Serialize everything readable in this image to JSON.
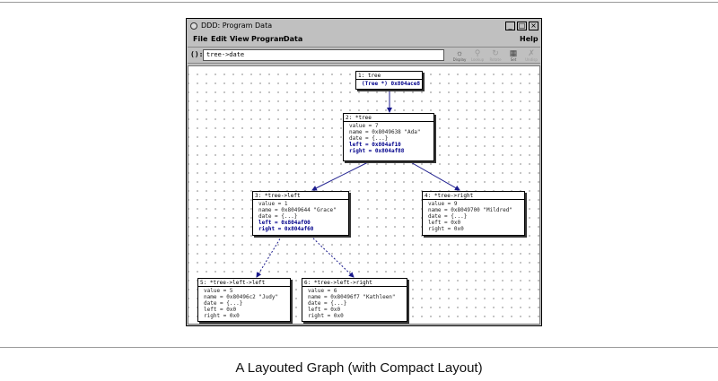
{
  "window": {
    "title": "DDD: Program Data",
    "minimize_label": "_",
    "maximize_label": "□",
    "close_label": "×"
  },
  "menu": {
    "file": "File",
    "edit": "Edit",
    "view": "View",
    "program": "Program",
    "data": "Data",
    "help": "Help"
  },
  "toolbar": {
    "arg_label": "():",
    "arg_value": "tree->date",
    "tools": [
      {
        "icon": "display-icon",
        "label": "Display",
        "enabled": true
      },
      {
        "icon": "lookup-icon",
        "label": "Lookup",
        "enabled": false
      },
      {
        "icon": "rotate-icon",
        "label": "Rotate",
        "enabled": false
      },
      {
        "icon": "set-icon",
        "label": "Set",
        "enabled": true
      },
      {
        "icon": "undisplay-icon",
        "label": "Undisp",
        "enabled": false
      }
    ]
  },
  "nodes": {
    "n1": {
      "title": "1: tree",
      "rows": [
        {
          "text": "(Tree *) 0x804ace8",
          "ptr": true
        }
      ]
    },
    "n2": {
      "title": "2: *tree",
      "rows": [
        {
          "text": "value = 7",
          "ptr": false
        },
        {
          "text": "name = 0x8049638 \"Ada\"",
          "ptr": false
        },
        {
          "text": "date = {...}",
          "ptr": false
        },
        {
          "text": "left = 0x804af10",
          "ptr": true
        },
        {
          "text": "right = 0x804af88",
          "ptr": true
        }
      ]
    },
    "n3": {
      "title": "3: *tree->left",
      "rows": [
        {
          "text": "value = 1",
          "ptr": false
        },
        {
          "text": "name = 0x8049644 \"Grace\"",
          "ptr": false
        },
        {
          "text": "date = {...}",
          "ptr": false
        },
        {
          "text": "left = 0x804af00",
          "ptr": true
        },
        {
          "text": "right = 0x804af60",
          "ptr": true
        }
      ]
    },
    "n4": {
      "title": "4: *tree->right",
      "rows": [
        {
          "text": "value = 9",
          "ptr": false
        },
        {
          "text": "name = 0x8049700 \"Mildred\"",
          "ptr": false
        },
        {
          "text": "date = {...}",
          "ptr": false
        },
        {
          "text": "left = 0x0",
          "ptr": false
        },
        {
          "text": "right = 0x0",
          "ptr": false
        }
      ]
    },
    "n5": {
      "title": "5: *tree->left->left",
      "rows": [
        {
          "text": "value = 5",
          "ptr": false
        },
        {
          "text": "name = 0x80496c2 \"Judy\"",
          "ptr": false
        },
        {
          "text": "date = {...}",
          "ptr": false
        },
        {
          "text": "left = 0x0",
          "ptr": false
        },
        {
          "text": "right = 0x0",
          "ptr": false
        }
      ]
    },
    "n6": {
      "title": "6: *tree->left->right",
      "rows": [
        {
          "text": "value = 6",
          "ptr": false
        },
        {
          "text": "name = 0x80496f7 \"Kathleen\"",
          "ptr": false
        },
        {
          "text": "date = {...}",
          "ptr": false
        },
        {
          "text": "left = 0x0",
          "ptr": false
        },
        {
          "text": "right = 0x0",
          "ptr": false
        }
      ]
    }
  },
  "caption": "A Layouted Graph (with Compact Layout)"
}
